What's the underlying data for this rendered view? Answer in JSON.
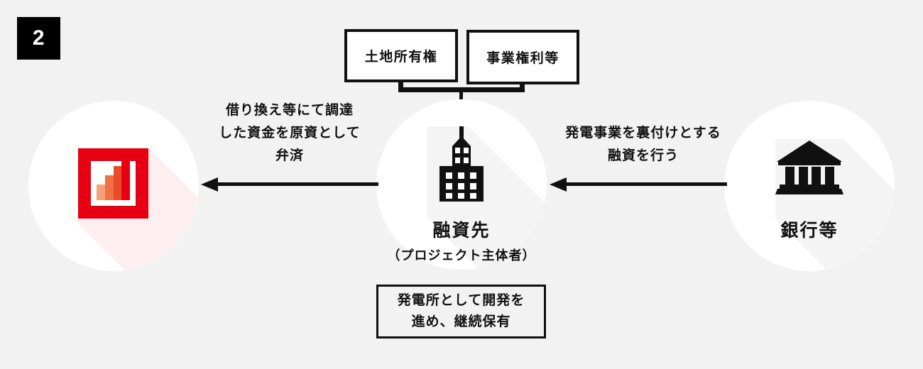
{
  "step": {
    "number": "2"
  },
  "attributes": [
    {
      "label": "土地所有権",
      "name": "land-ownership"
    },
    {
      "label": "事業権利等",
      "name": "business-rights"
    }
  ],
  "nodes": {
    "investor": {
      "icon": "growth-chart-icon",
      "label": ""
    },
    "borrower": {
      "icon": "office-building-icon",
      "label": "融資先",
      "sublabel": "（プロジェクト主体者）"
    },
    "bank": {
      "icon": "bank-building-icon",
      "label": "銀行等"
    }
  },
  "flows": [
    {
      "name": "repayment-flow",
      "caption_lines": [
        "借り換え等にて調達",
        "した資金を原資として",
        "弁済"
      ],
      "direction": "left"
    },
    {
      "name": "loan-flow",
      "caption_lines": [
        "発電事業を裏付けとする",
        "融資を行う"
      ],
      "direction": "left"
    }
  ],
  "note": {
    "lines": [
      "発電所として開発を",
      "進め、継続保有"
    ]
  },
  "colors": {
    "background": "#f2f2f2",
    "ink": "#111111",
    "badge_background": "#000000",
    "badge_text": "#ffffff",
    "accent_red": "#e60012",
    "circle_fill": "#ffffff",
    "bar_1": "#f4a07a",
    "bar_2": "#ef7147",
    "bar_3": "#ea4b26",
    "bar_4": "#e60012"
  },
  "chart_icon_data": {
    "type": "bar",
    "values": [
      1,
      2,
      3,
      4
    ],
    "bar_colors": [
      "#f4a07a",
      "#ef7147",
      "#ea4b26",
      "#e60012"
    ]
  }
}
